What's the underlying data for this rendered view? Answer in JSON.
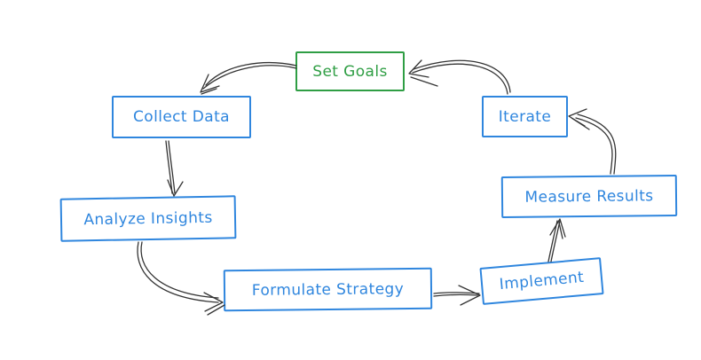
{
  "diagram": {
    "title": "",
    "nodes": [
      {
        "id": "set-goals",
        "label": "Set Goals",
        "color": "green"
      },
      {
        "id": "collect-data",
        "label": "Collect Data",
        "color": "blue"
      },
      {
        "id": "analyze-insights",
        "label": "Analyze Insights",
        "color": "blue"
      },
      {
        "id": "formulate-strategy",
        "label": "Formulate Strategy",
        "color": "blue"
      },
      {
        "id": "implement",
        "label": "Implement",
        "color": "blue"
      },
      {
        "id": "measure-results",
        "label": "Measure Results",
        "color": "blue"
      },
      {
        "id": "iterate",
        "label": "Iterate",
        "color": "blue"
      }
    ],
    "edges": [
      {
        "from": "Set Goals",
        "to": "Collect Data"
      },
      {
        "from": "Collect Data",
        "to": "Analyze Insights"
      },
      {
        "from": "Analyze Insights",
        "to": "Formulate Strategy"
      },
      {
        "from": "Formulate Strategy",
        "to": "Implement"
      },
      {
        "from": "Implement",
        "to": "Measure Results"
      },
      {
        "from": "Measure Results",
        "to": "Iterate"
      },
      {
        "from": "Iterate",
        "to": "Set Goals"
      }
    ],
    "colors": {
      "green": "#2f9e44",
      "blue": "#2f86de",
      "arrow": "#343434",
      "background": "#ffffff"
    },
    "style": "hand-drawn whiteboard sketch"
  }
}
